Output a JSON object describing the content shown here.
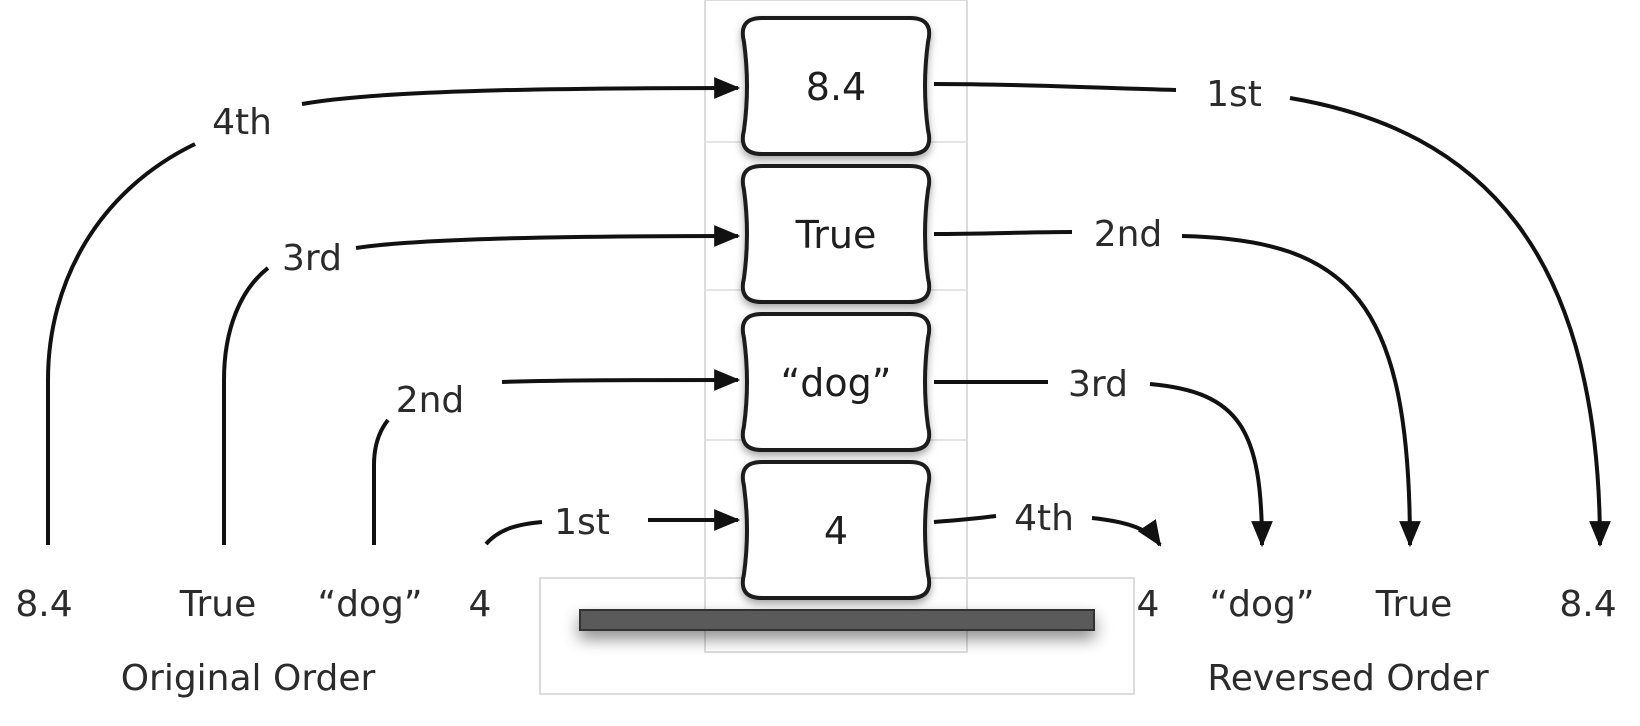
{
  "stack": {
    "items_top_to_bottom": [
      "8.4",
      "True",
      "“dog”",
      "4"
    ]
  },
  "push_order_labels": [
    "4th",
    "3rd",
    "2nd",
    "1st"
  ],
  "pop_order_labels": [
    "1st",
    "2nd",
    "3rd",
    "4th"
  ],
  "original": {
    "items": [
      "8.4",
      "True",
      "“dog”",
      "4"
    ],
    "caption": "Original Order"
  },
  "reversed": {
    "items": [
      "4",
      "“dog”",
      "True",
      "8.4"
    ],
    "caption": "Reversed Order"
  },
  "colors": {
    "arrow": "#111111",
    "cell_border": "#1a1a1a",
    "base": "#5a5a5a",
    "frame": "#dcdcdc"
  }
}
